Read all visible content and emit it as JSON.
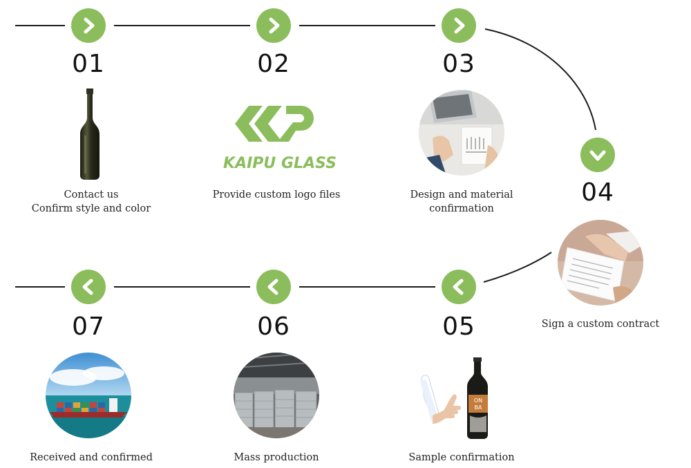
{
  "colors": {
    "accent": "#8bbd5c",
    "line": "#1a1a1a"
  },
  "steps": [
    {
      "number": "01",
      "caption_line1": "Contact us",
      "caption_line2": "Confirm style and color",
      "icon": "chevron-right-icon"
    },
    {
      "number": "02",
      "caption_line1": "Provide custom logo files",
      "icon": "chevron-right-icon"
    },
    {
      "number": "03",
      "caption_line1": "Design and material",
      "caption_line2": "confirmation",
      "icon": "chevron-right-icon"
    },
    {
      "number": "04",
      "caption_line1": "Sign a custom contract",
      "icon": "chevron-down-icon"
    },
    {
      "number": "05",
      "caption_line1": "Sample confirmation",
      "icon": "chevron-left-icon"
    },
    {
      "number": "06",
      "caption_line1": "Mass production",
      "icon": "chevron-left-icon"
    },
    {
      "number": "07",
      "caption_line1": "Received and confirmed",
      "icon": "chevron-left-icon"
    }
  ],
  "logo": {
    "text": "KAIPU GLASS"
  },
  "bottle_label": {
    "line1": "ON",
    "line2": "BA"
  }
}
